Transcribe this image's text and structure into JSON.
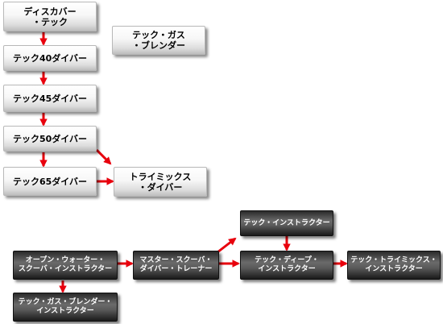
{
  "nodes": {
    "discover": "ディスカバー\n・テック",
    "tec40": "テック40ダイバー",
    "tec45": "テック45ダイバー",
    "tec50": "テック50ダイバー",
    "tec65": "テック65ダイバー",
    "gas_blender": "テック・ガス\n・ブレンダー",
    "trimix_diver": "トライミックス\n・ダイバー",
    "owsi": "オープン・ウォーター・\nスクーバ・インストラクター",
    "gas_blender_instructor": "テック・ガス・ブレンダー・\nインストラクター",
    "msdt": "マスター・スクーバ・\nダイバー・トレーナー",
    "tec_instructor": "テック・インストラクター",
    "tec_deep_instructor": "テック・ディープ・\nインストラクター",
    "tec_trimix_instructor": "テック・トライミックス・\nインストラクター"
  },
  "colors": {
    "arrow": "#e8000d",
    "light_box": "#f4f4f4",
    "dark_box": "#3c3c3c"
  }
}
